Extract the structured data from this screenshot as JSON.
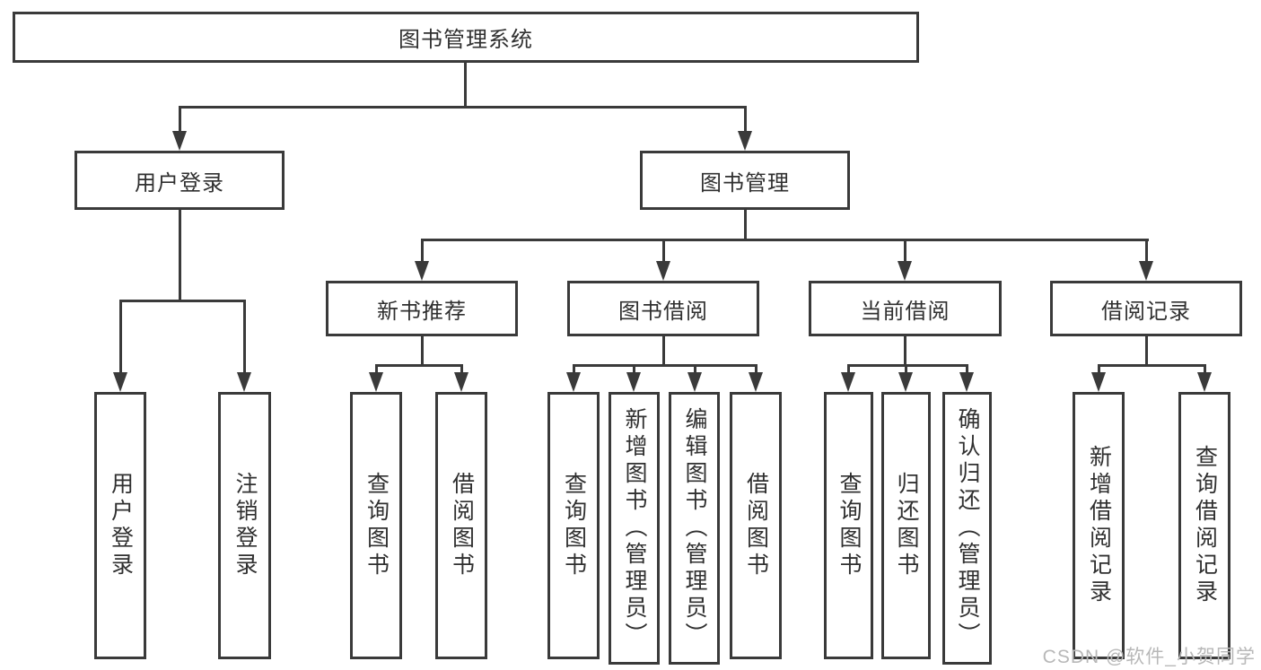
{
  "diagram": {
    "root": {
      "label": "图书管理系统"
    },
    "user_login": {
      "label": "用户登录",
      "children": {
        "login": {
          "label": "用户登录"
        },
        "logout": {
          "label": "注销登录"
        }
      }
    },
    "book_management": {
      "label": "图书管理",
      "children": {
        "new_book_recommend": {
          "label": "新书推荐",
          "children": {
            "query_books": {
              "label": "查询图书"
            },
            "borrow_books": {
              "label": "借阅图书"
            }
          }
        },
        "book_borrow": {
          "label": "图书借阅",
          "children": {
            "query_books": {
              "label": "查询图书"
            },
            "add_books_admin": {
              "label": "新增图书（管理员）"
            },
            "edit_books_admin": {
              "label": "编辑图书（管理员）"
            },
            "borrow_books": {
              "label": "借阅图书"
            }
          }
        },
        "current_borrow": {
          "label": "当前借阅",
          "children": {
            "query_books": {
              "label": "查询图书"
            },
            "return_books": {
              "label": "归还图书"
            },
            "confirm_return_admin": {
              "label": "确认归还（管理员）"
            }
          }
        },
        "borrow_records": {
          "label": "借阅记录",
          "children": {
            "add_record": {
              "label": "新增借阅记录"
            },
            "query_record": {
              "label": "查询借阅记录"
            }
          }
        }
      }
    }
  },
  "watermark": {
    "text": "CSDN @软件_小贺同学"
  },
  "colors": {
    "line": "#3a3a3a",
    "text": "#303030",
    "watermark": "#b8b8b8",
    "background": "#ffffff"
  }
}
